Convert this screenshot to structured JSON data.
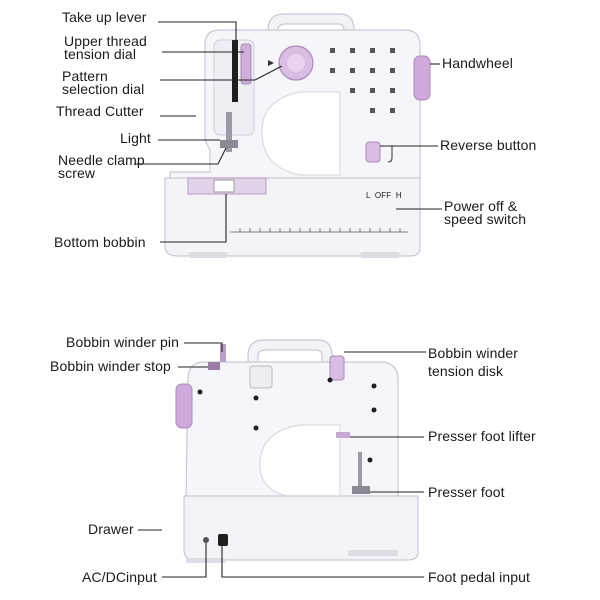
{
  "top_view": {
    "machine_text": {
      "speed_switch_marks": "L  OFF  H"
    },
    "labels": {
      "take_up_lever": "Take up lever",
      "upper_thread_tension_dial": "Upper thread\ntension dial",
      "pattern_selection_dial": "Pattern\nselection dial",
      "thread_cutter": "Thread Cutter",
      "light": "Light",
      "needle_clamp_screw": "Needle clamp\nscrew",
      "bottom_bobbin": "Bottom bobbin",
      "handwheel": "Handwheel",
      "reverse_button": "Reverse button",
      "power_speed_switch": "Power off &\nspeed switch"
    }
  },
  "back_view": {
    "labels": {
      "bobbin_winder_pin": "Bobbin winder pin",
      "bobbin_winder_stop": "Bobbin winder stop",
      "drawer": "Drawer",
      "ac_dc_input": "AC/DCinput",
      "bobbin_winder_tension_disk": "Bobbin winder\ntension disk",
      "presser_foot_lifter": "Presser foot lifter",
      "presser_foot": "Presser foot",
      "foot_pedal_input": "Foot pedal input"
    }
  },
  "colors": {
    "body": "#f6f6fa",
    "outline": "#c9c9d6",
    "accent_purple": "#c9a6d6",
    "dark": "#1e1e1e"
  }
}
